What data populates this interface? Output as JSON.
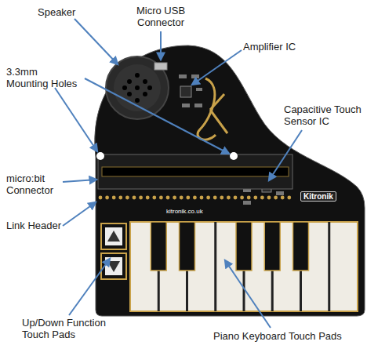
{
  "diagram": {
    "labels": [
      "Speaker",
      "Micro USB Connector",
      "Amplifier IC",
      "3.3mm Mounting Holes",
      "Capacitive Touch Sensor IC",
      "micro:bit Connector",
      "Link Header",
      "Up/Down Function Touch Pads",
      "Piano Keyboard Touch Pads",
      "kitronik.co.uk",
      "Kitronik"
    ]
  }
}
